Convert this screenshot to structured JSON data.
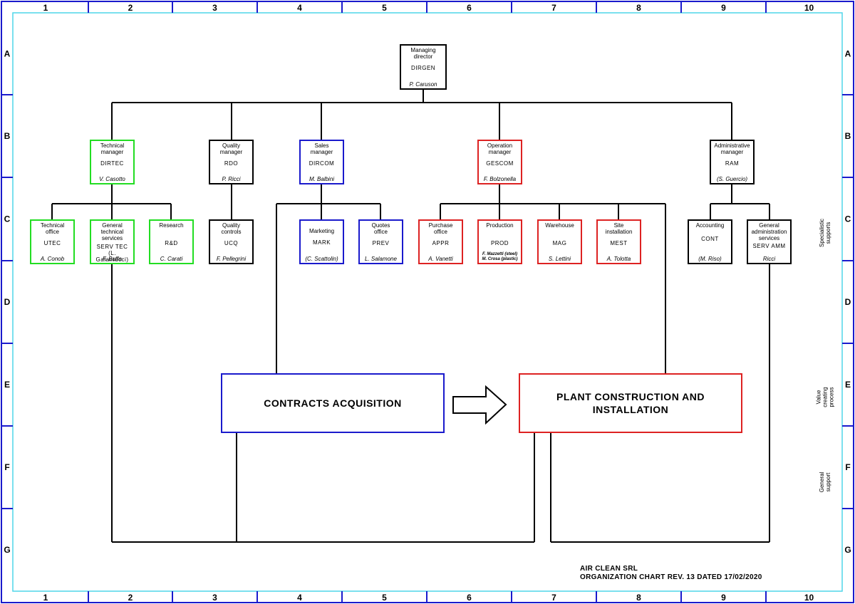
{
  "grid": {
    "columns": [
      "1",
      "2",
      "3",
      "4",
      "5",
      "6",
      "7",
      "8",
      "9",
      "10"
    ],
    "rows": [
      "A",
      "B",
      "C",
      "D",
      "E",
      "F",
      "G"
    ]
  },
  "colors": {
    "frame": "#1a1acc",
    "inner_frame": "#4fd6e8",
    "technical": "#22dd22",
    "sales": "#1a1acc",
    "operations": "#dd2222"
  },
  "top": {
    "title": "Managing\ndirector",
    "code": "DIRGEN",
    "person": "P. Caruson"
  },
  "managers": [
    {
      "title": "Technical\nmanager",
      "code": "DIRTEC",
      "person": "V. Casotto",
      "color": "green"
    },
    {
      "title": "Quality\nmanager",
      "code": "RDO",
      "person": "P. Ricci",
      "color": "black"
    },
    {
      "title": "Sales\nmanager",
      "code": "DIRCOM",
      "person": "M. Balbini",
      "color": "blue"
    },
    {
      "title": "Operation\nmanager",
      "code": "GESCOM",
      "person": "F. Bolzonella",
      "color": "red"
    },
    {
      "title": "Administrative\nmanager",
      "code": "RAM",
      "person": "(S. Guercio)",
      "color": "black"
    }
  ],
  "units": [
    {
      "title": "Technical\noffice",
      "code": "UTEC",
      "person": "A. Conob",
      "color": "green"
    },
    {
      "title": "General technical\nservices",
      "code": "SERV TEC\n(L. Galantucci)",
      "person": "F. Buffa",
      "color": "green"
    },
    {
      "title": "Research",
      "code": "R&D",
      "person": "C. Carati",
      "color": "green"
    },
    {
      "title": "Quality\ncontrols",
      "code": "UCQ",
      "person": "F. Pellegrini",
      "color": "black"
    },
    {
      "title": "Marketing",
      "code": "MARK",
      "person": "(C. Scattolin)",
      "color": "blue"
    },
    {
      "title": "Quotes\noffice",
      "code": "PREV",
      "person": "L. Salamone",
      "color": "blue"
    },
    {
      "title": "Purchase\noffice",
      "code": "APPR",
      "person": "A. Vanetti",
      "color": "red"
    },
    {
      "title": "Production",
      "code": "PROD",
      "person": "F. Mazzetti (steel)\nM. Crosa (plastic)",
      "color": "red"
    },
    {
      "title": "Warehouse",
      "code": "MAG",
      "person": "S. Lettini",
      "color": "red"
    },
    {
      "title": "Site\ninstallation",
      "code": "MEST",
      "person": "A. Tolotta",
      "color": "red"
    },
    {
      "title": "Accounting",
      "code": "CONT",
      "person": "(M. Riso)",
      "color": "black"
    },
    {
      "title": "General\nadministration\nservices",
      "code": "SERV AMM",
      "person": "Ricci",
      "color": "black"
    }
  ],
  "process": {
    "left": "CONTRACTS ACQUISITION",
    "right": "PLANT CONSTRUCTION AND\nINSTALLATION"
  },
  "side_labels": {
    "specialist": "Specialistic\nsupports",
    "value": "Value\ncreating\nprocess",
    "general": "General\nsupport"
  },
  "footer": {
    "company": "AIR CLEAN SRL",
    "chart": "ORGANIZATION CHART REV. 13 DATED 17/02/2020"
  }
}
